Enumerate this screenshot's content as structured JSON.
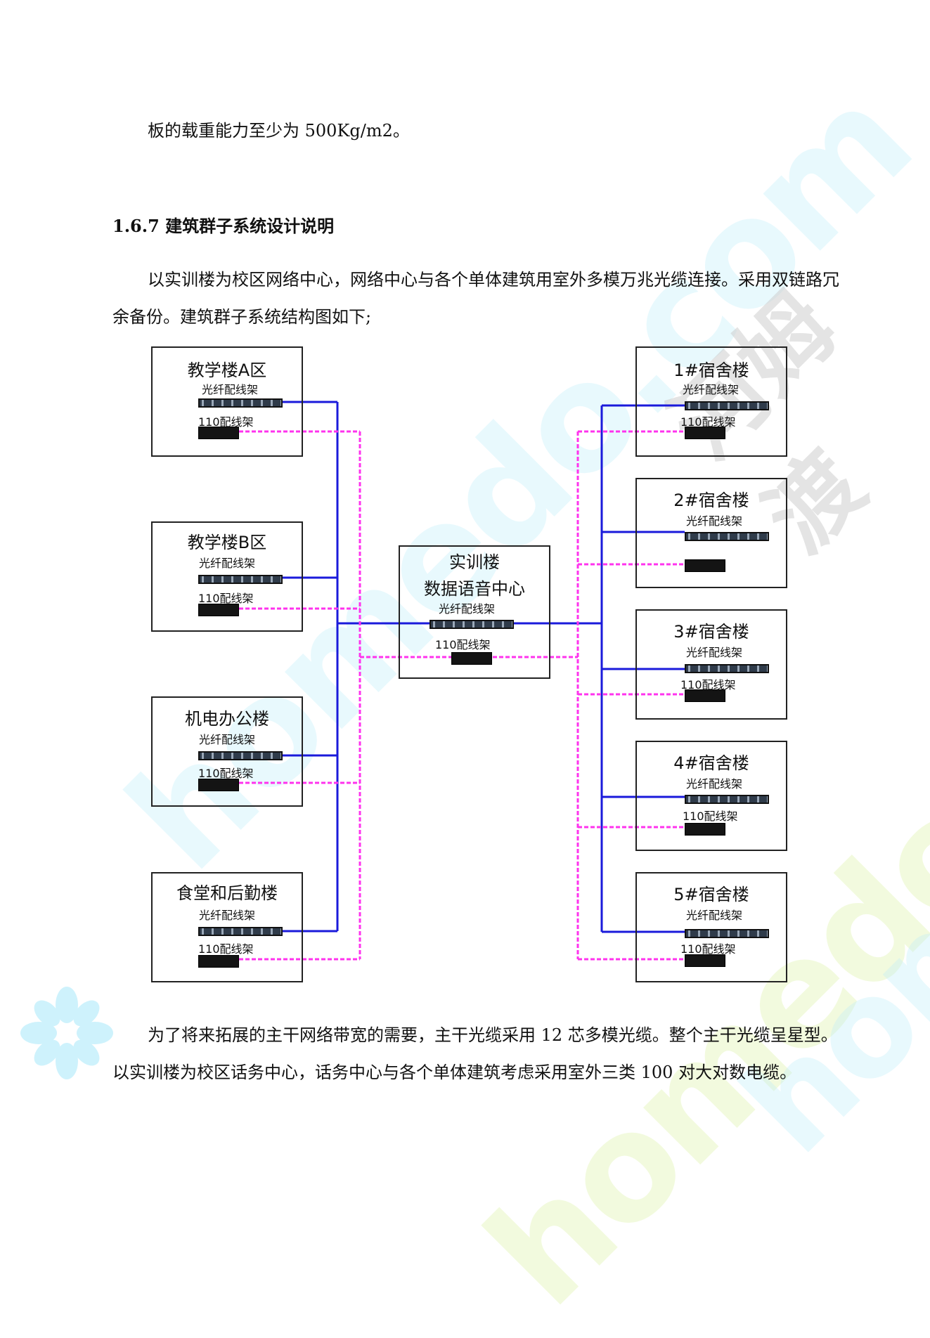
{
  "text": {
    "p0": "板的载重能力至少为 500Kg/m2。",
    "heading": "1.6.7 建筑群子系统设计说明",
    "p1": "以实训楼为校区网络中心，网络中心与各个单体建筑用室外多模万兆光缆连接。采用双链路冗余备份。建筑群子系统结构图如下;",
    "p2": "为了将来拓展的主干网络带宽的需要，主干光缆采用 12 芯多模光缆。整个主干光缆呈星型。以实训楼为校区话务中心，话务中心与各个单体建筑考虑采用室外三类 100 对大对数电缆。"
  },
  "watermark": {
    "text": "homedo.com",
    "cn": "河姆渡"
  },
  "diagram": {
    "fiber_label": "光纤配线架",
    "patch_label": "110配线架",
    "center": {
      "line1": "实训楼",
      "line2": "数据语音中心"
    },
    "left_buildings": [
      "教学楼A区",
      "教学楼B区",
      "机电办公楼",
      "食堂和后勤楼"
    ],
    "right_buildings": [
      "1#宿舍楼",
      "2#宿舍楼",
      "3#宿舍楼",
      "4#宿舍楼",
      "5#宿舍楼"
    ],
    "colors": {
      "fiber": "#1a1adb",
      "copper": "#ff33ee",
      "border": "#222222"
    }
  }
}
